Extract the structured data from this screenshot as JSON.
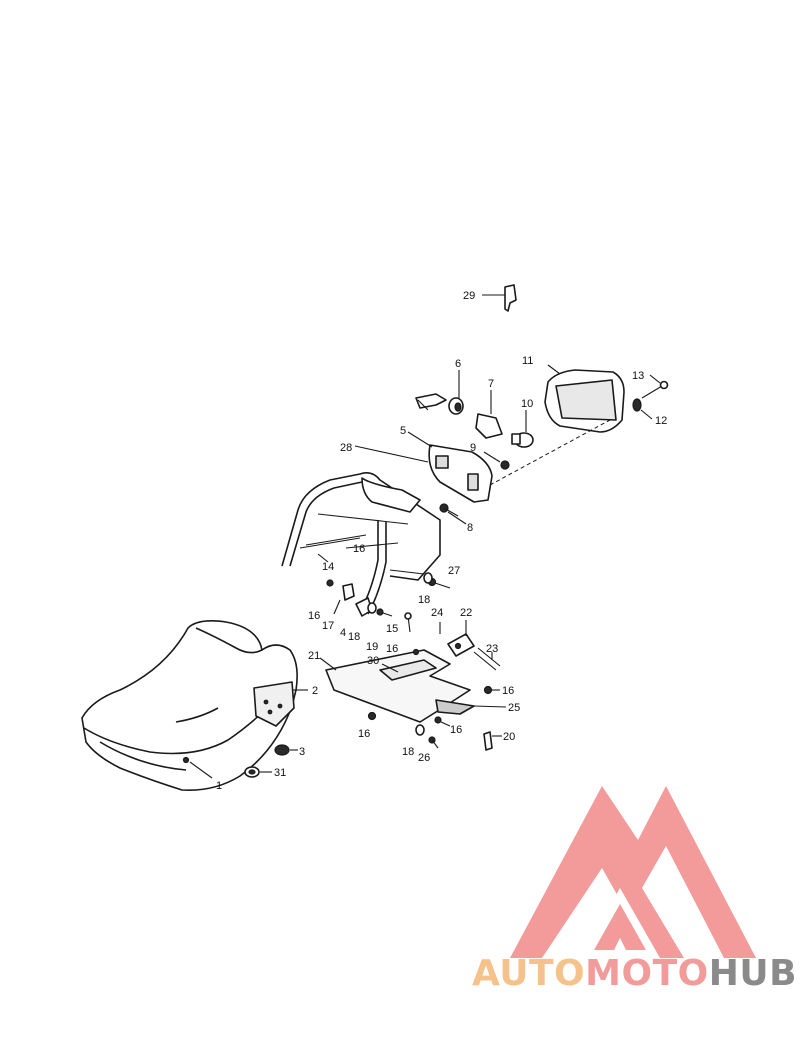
{
  "diagram": {
    "callouts": [
      "29",
      "6",
      "11",
      "13",
      "7",
      "10",
      "12",
      "5",
      "9",
      "28",
      "8",
      "14",
      "16",
      "27",
      "16",
      "17",
      "4",
      "18",
      "18",
      "19",
      "24",
      "22",
      "15",
      "16",
      "21",
      "30",
      "23",
      "2",
      "16",
      "25",
      "16",
      "16",
      "20",
      "3",
      "18",
      "26",
      "31",
      "1"
    ],
    "parts": [
      "seat",
      "plate",
      "rubber-damper",
      "rear-frame",
      "tail-light-bracket",
      "bulb-socket",
      "socket-holder",
      "bolt",
      "nut",
      "bulb",
      "tail-light",
      "washer",
      "screw",
      "rod",
      "spacer",
      "bolt",
      "spacer",
      "bracket",
      "pin",
      "cover-plate",
      "mounting-plate",
      "nut",
      "bracket",
      "clip",
      "grommet",
      "washer",
      "bolt"
    ]
  },
  "watermark": {
    "brand_parts": [
      "AUTO",
      "MOTO",
      "HUB"
    ],
    "colors": {
      "auto": "#f6c28b",
      "moto": "#f29b9b",
      "hub": "#8a8a8a",
      "logo": "#f07a7a"
    }
  }
}
